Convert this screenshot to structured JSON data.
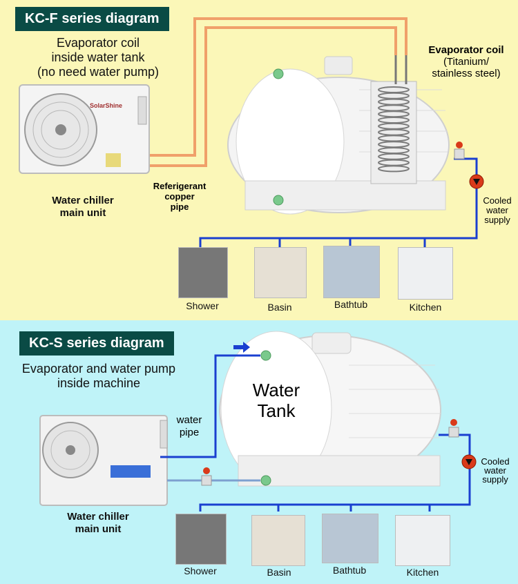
{
  "kcf": {
    "title": "KC-F series diagram",
    "desc_lines": [
      "Evaporator coil",
      "inside water tank",
      "(no need water pump)"
    ],
    "coil_label": "Evaporator coil",
    "coil_sub_lines": [
      "(Titanium/",
      "stainless steel)"
    ],
    "unit_brand": "SolarShine",
    "pipe_label_lines": [
      "Referigerant",
      "copper",
      "pipe"
    ],
    "unit_label_lines": [
      "Water chiller",
      "main unit"
    ],
    "supply_label_lines": [
      "Cooled",
      "water",
      "supply"
    ],
    "outlets": [
      "Shower",
      "Basin",
      "Bathtub",
      "Kitchen"
    ]
  },
  "kcs": {
    "title": "KC-S series diagram",
    "desc_lines": [
      "Evaporator and water pump",
      "inside machine"
    ],
    "tank_label_lines": [
      "Water",
      "Tank"
    ],
    "pipe_label_lines": [
      "water",
      "pipe"
    ],
    "unit_label_lines": [
      "Water chiller",
      "main unit"
    ],
    "supply_label_lines": [
      "Cooled",
      "water",
      "supply"
    ],
    "outlets": [
      "Shower",
      "Basin",
      "Bathtub",
      "Kitchen"
    ]
  },
  "colors": {
    "pipe_blue": "#1a3fd0",
    "copper": "#f0a06a",
    "valve_red": "#d93a1a",
    "title_bg": "#0a4b45"
  },
  "icons": [
    "outdoor-unit-icon",
    "water-tank-icon",
    "valve-icon",
    "flow-arrow-icon"
  ]
}
